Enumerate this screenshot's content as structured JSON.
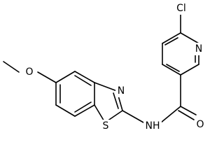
{
  "colors": {
    "bond": "#000000",
    "label": "#000000",
    "background": "#ffffff"
  },
  "molecule": {
    "atoms": {
      "cl": "Cl",
      "n_pyridine": "N",
      "n_thiazole": "N",
      "s_thiazole": "S",
      "nh_amide": "NH",
      "o_carbonyl": "O",
      "o_methoxy": "O"
    }
  }
}
